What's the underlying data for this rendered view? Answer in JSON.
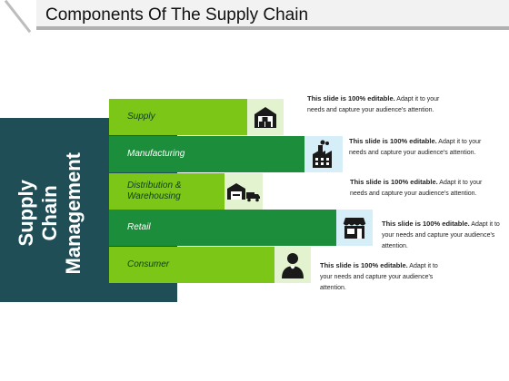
{
  "page": {
    "title": "Components Of The Supply Chain",
    "side_title": "Supply\nChain\nManagement"
  },
  "items": [
    {
      "label": "Supply",
      "icon": "warehouse-boxes-icon",
      "desc_bold": "This slide is 100%  editable.",
      "desc_text": "Adapt it to your needs and capture your audience's attention."
    },
    {
      "label": "Manufacturing",
      "icon": "factory-icon",
      "desc_bold": "This slide is 100%  editable.",
      "desc_text": "Adapt it to your needs and capture your audience's attention."
    },
    {
      "label": "Distribution & Warehousing",
      "icon": "warehouse-truck-icon",
      "desc_bold": "This slide is 100%  editable.",
      "desc_text": "Adapt it to your needs and capture your audience's attention."
    },
    {
      "label": "Retail",
      "icon": "store-icon",
      "desc_bold": "This slide is 100%  editable.",
      "desc_text": "Adapt it to your needs and capture your audience's attention."
    },
    {
      "label": "Consumer",
      "icon": "person-icon",
      "desc_bold": "This slide is 100%  editable.",
      "desc_text": "Adapt it to your needs and capture your audience's attention."
    }
  ],
  "colors": {
    "panel": "#1f4e57",
    "light_green": "#7cc618",
    "dark_green": "#1c8d3b",
    "icon_bg_green": "#e3f3cf",
    "icon_bg_blue": "#d6eef8"
  }
}
